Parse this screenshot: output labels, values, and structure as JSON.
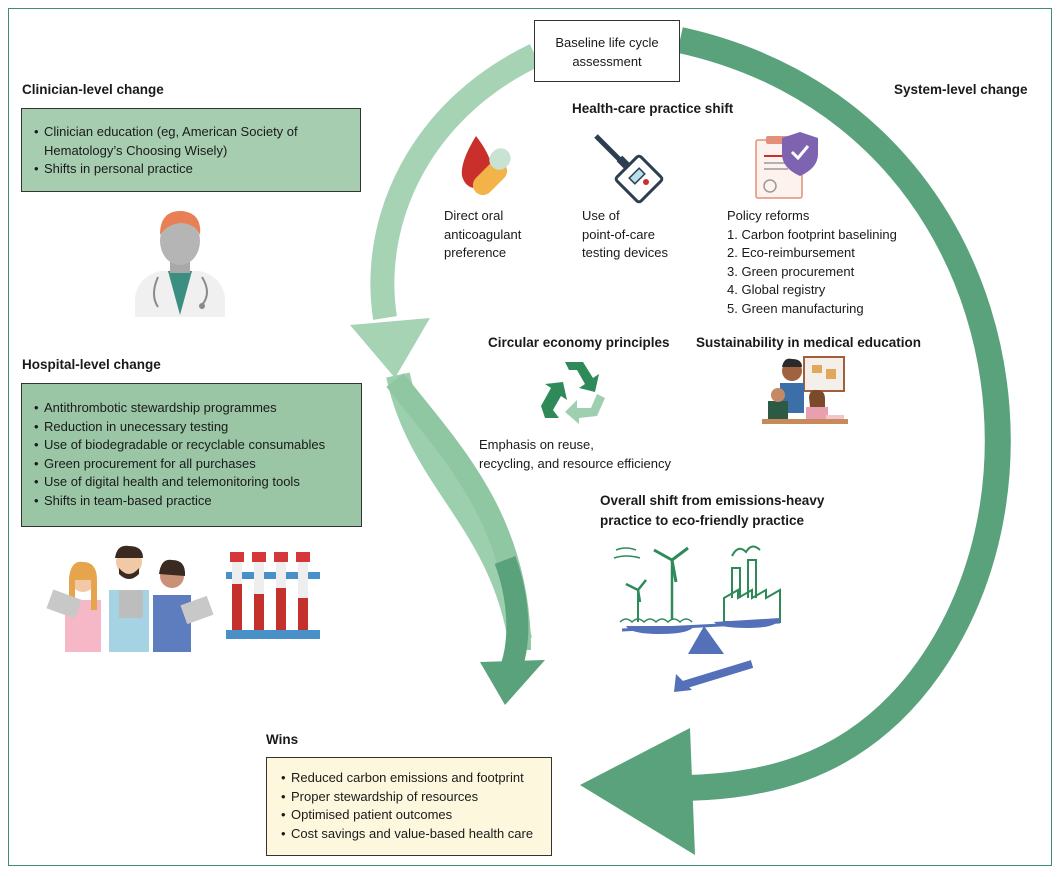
{
  "baseline": {
    "line1": "Baseline life cycle",
    "line2": "assessment"
  },
  "clinician": {
    "heading": "Clinician-level change",
    "items": [
      "Clinician education (eg, American Society of",
      "Hematology’s Choosing Wisely)",
      "Shifts in personal practice"
    ]
  },
  "hospital": {
    "heading": "Hospital-level change",
    "items": [
      "Antithrombotic stewardship programmes",
      "Reduction in unecessary testing",
      "Use of biodegradable or recyclable consumables",
      "Green procurement for all purchases",
      "Use of digital health and telemonitoring tools",
      "Shifts in team-based practice"
    ]
  },
  "system": {
    "heading": "System-level change"
  },
  "practice": {
    "heading": "Health-care practice shift",
    "doac": [
      "Direct oral",
      "anticoagulant",
      "preference"
    ],
    "poc": [
      "Use of",
      "point-of-care",
      "testing devices"
    ],
    "policy": [
      "Policy reforms",
      "1. Carbon footprint baselining",
      "2. Eco-reimbursement",
      "3. Green procurement",
      "4. Global registry",
      "5. Green manufacturing"
    ]
  },
  "circular": {
    "heading": "Circular economy principles",
    "text": [
      "Emphasis on reuse,",
      "recycling, and resource efficiency"
    ]
  },
  "education": {
    "heading": "Sustainability in medical education"
  },
  "overall": {
    "line1": "Overall shift from emissions-heavy",
    "line2": "practice to eco-friendly practice"
  },
  "wins": {
    "heading": "Wins",
    "items": [
      "Reduced carbon emissions and footprint",
      "Proper stewardship of resources",
      "Optimised patient outcomes",
      "Cost savings and value-based health care"
    ]
  },
  "colors": {
    "dark_green": "#5aa27c",
    "light_green": "#9fcfb1",
    "box_green": "#a7cdb1",
    "box_yellow": "#fdf7dd",
    "scale_blue": "#5470b8"
  }
}
